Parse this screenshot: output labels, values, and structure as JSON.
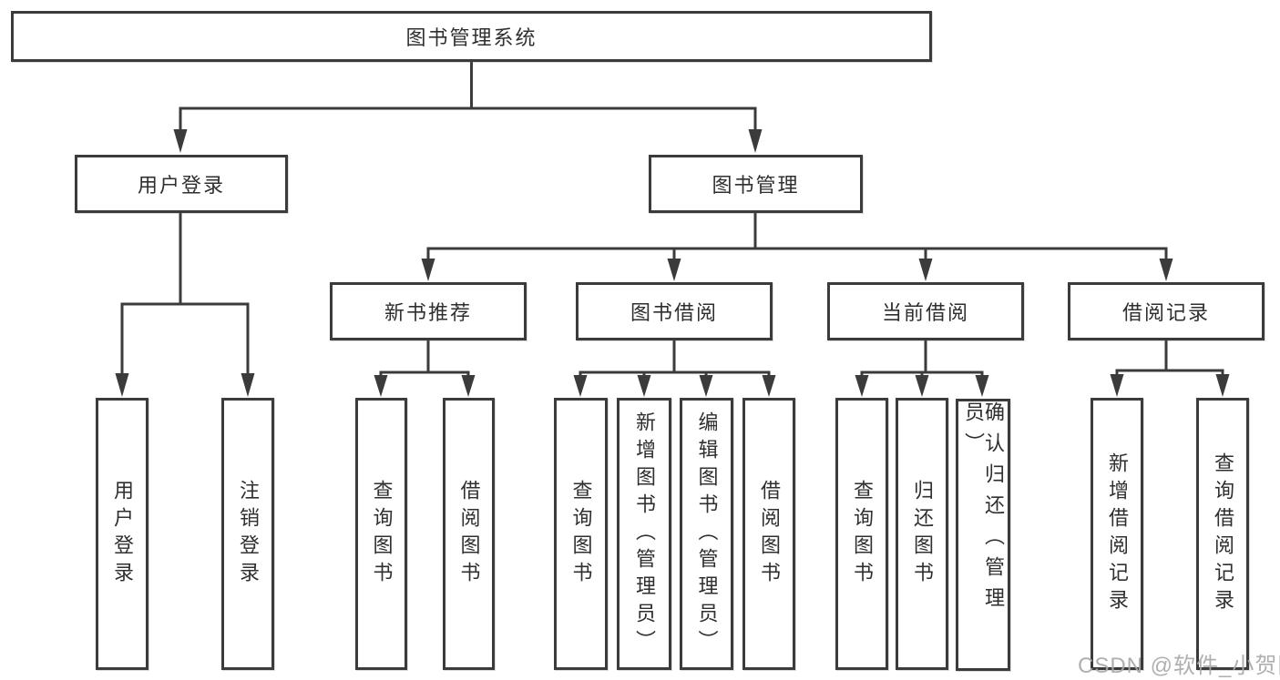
{
  "diagram": {
    "root": {
      "label": "图书管理系统"
    },
    "level1": [
      {
        "label": "用户登录"
      },
      {
        "label": "图书管理"
      }
    ],
    "level2": [
      {
        "label": "新书推荐"
      },
      {
        "label": "图书借阅"
      },
      {
        "label": "当前借阅"
      },
      {
        "label": "借阅记录"
      }
    ],
    "leaves": {
      "user_login": [
        "用户登录",
        "注销登录"
      ],
      "new_book_recommend": [
        "查询图书",
        "借阅图书"
      ],
      "book_borrow": [
        "查询图书",
        "新增图书（管理员）",
        "编辑图书（管理员）",
        "借阅图书"
      ],
      "current_borrow": [
        "查询图书",
        "归还图书",
        "确认归还（管理员）"
      ],
      "borrow_records": [
        "新增借阅记录",
        "查询借阅记录"
      ]
    },
    "watermark": "CSDN @软件_小贺同学",
    "colors": {
      "line": "#3b3b3b",
      "text": "#2f2f2f",
      "watermark": "#a9a9a9",
      "background": "#ffffff"
    }
  }
}
